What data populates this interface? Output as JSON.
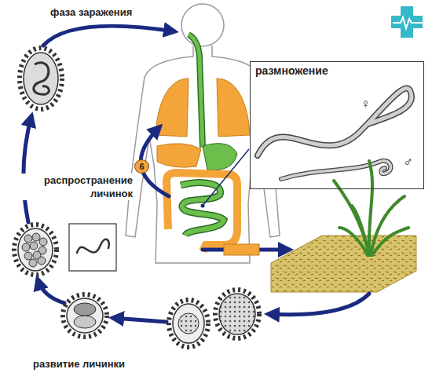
{
  "diagram": {
    "nodes": [
      {
        "text": [
          "размножение",
          "♀",
          "♂"
        ]
      },
      {
        "text": [
          "6"
        ]
      }
    ],
    "labels": [
      "фаза заражения",
      "распространение личинок",
      "развитие личинки"
    ]
  }
}
